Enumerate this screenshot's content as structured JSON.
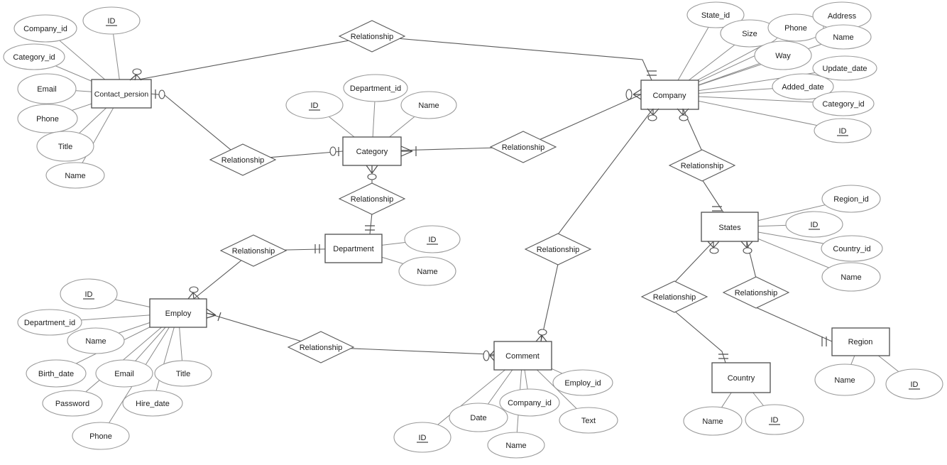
{
  "diagram": {
    "type": "er-diagram",
    "notation": "crows-foot",
    "background_color": "#ffffff",
    "line_color": "#555555",
    "entities": [
      {
        "name": "Contact_persion",
        "attributes": [
          {
            "label": "Company_id",
            "primary_key": false
          },
          {
            "label": "ID",
            "primary_key": true
          },
          {
            "label": "Category_id",
            "primary_key": false
          },
          {
            "label": "Email",
            "primary_key": false
          },
          {
            "label": "Phone",
            "primary_key": false
          },
          {
            "label": "Title",
            "primary_key": false
          },
          {
            "label": "Name",
            "primary_key": false
          }
        ]
      },
      {
        "name": "Category",
        "attributes": [
          {
            "label": "ID",
            "primary_key": true
          },
          {
            "label": "Department_id",
            "primary_key": false
          },
          {
            "label": "Name",
            "primary_key": false
          }
        ]
      },
      {
        "name": "Company",
        "attributes": [
          {
            "label": "State_id",
            "primary_key": false
          },
          {
            "label": "Size",
            "primary_key": false
          },
          {
            "label": "Phone",
            "primary_key": false
          },
          {
            "label": "Address",
            "primary_key": false
          },
          {
            "label": "Name",
            "primary_key": false
          },
          {
            "label": "Way",
            "primary_key": false
          },
          {
            "label": "Update_date",
            "primary_key": false
          },
          {
            "label": "Added_date",
            "primary_key": false
          },
          {
            "label": "Category_id",
            "primary_key": false
          },
          {
            "label": "ID",
            "primary_key": true
          }
        ]
      },
      {
        "name": "Department",
        "attributes": [
          {
            "label": "ID",
            "primary_key": true
          },
          {
            "label": "Name",
            "primary_key": false
          }
        ]
      },
      {
        "name": "Employ",
        "attributes": [
          {
            "label": "ID",
            "primary_key": true
          },
          {
            "label": "Department_id",
            "primary_key": false
          },
          {
            "label": "Name",
            "primary_key": false
          },
          {
            "label": "Birth_date",
            "primary_key": false
          },
          {
            "label": "Email",
            "primary_key": false
          },
          {
            "label": "Title",
            "primary_key": false
          },
          {
            "label": "Password",
            "primary_key": false
          },
          {
            "label": "Hire_date",
            "primary_key": false
          },
          {
            "label": "Phone",
            "primary_key": false
          }
        ]
      },
      {
        "name": "Comment",
        "attributes": [
          {
            "label": "ID",
            "primary_key": true
          },
          {
            "label": "Date",
            "primary_key": false
          },
          {
            "label": "Company_id",
            "primary_key": false
          },
          {
            "label": "Name",
            "primary_key": false
          },
          {
            "label": "Employ_id",
            "primary_key": false
          },
          {
            "label": "Text",
            "primary_key": false
          }
        ]
      },
      {
        "name": "States",
        "attributes": [
          {
            "label": "Region_id",
            "primary_key": false
          },
          {
            "label": "ID",
            "primary_key": true
          },
          {
            "label": "Country_id",
            "primary_key": false
          },
          {
            "label": "Name",
            "primary_key": false
          }
        ]
      },
      {
        "name": "Country",
        "attributes": [
          {
            "label": "Name",
            "primary_key": false
          },
          {
            "label": "ID",
            "primary_key": true
          }
        ]
      },
      {
        "name": "Region",
        "attributes": [
          {
            "label": "Name",
            "primary_key": false
          },
          {
            "label": "ID",
            "primary_key": true
          }
        ]
      }
    ],
    "relationships": [
      {
        "label": "Relationship",
        "from": "Contact_persion",
        "to": "Company",
        "from_cardinality": "zero-or-many",
        "to_cardinality": "one"
      },
      {
        "label": "Relationship",
        "from": "Contact_persion",
        "to": "Category",
        "from_cardinality": "zero-or-one",
        "to_cardinality": "zero-or-one"
      },
      {
        "label": "Relationship",
        "from": "Category",
        "to": "Company",
        "from_cardinality": "one-or-many",
        "to_cardinality": "zero-or-many"
      },
      {
        "label": "Relationship",
        "from": "Category",
        "to": "Department",
        "from_cardinality": "zero-or-many",
        "to_cardinality": "one"
      },
      {
        "label": "Relationship",
        "from": "Department",
        "to": "Employ",
        "from_cardinality": "one",
        "to_cardinality": "zero-or-many"
      },
      {
        "label": "Relationship",
        "from": "Employ",
        "to": "Comment",
        "from_cardinality": "one-or-many",
        "to_cardinality": "zero-or-many"
      },
      {
        "label": "Relationship",
        "from": "Company",
        "to": "Comment",
        "from_cardinality": "zero-or-many",
        "to_cardinality": "zero-or-many"
      },
      {
        "label": "Relationship",
        "from": "Company",
        "to": "States",
        "from_cardinality": "zero-or-many",
        "to_cardinality": "one"
      },
      {
        "label": "Relationship",
        "from": "States",
        "to": "Country",
        "from_cardinality": "zero-or-many",
        "to_cardinality": "one"
      },
      {
        "label": "Relationship",
        "from": "States",
        "to": "Region",
        "from_cardinality": "zero-or-many",
        "to_cardinality": "one"
      }
    ]
  }
}
